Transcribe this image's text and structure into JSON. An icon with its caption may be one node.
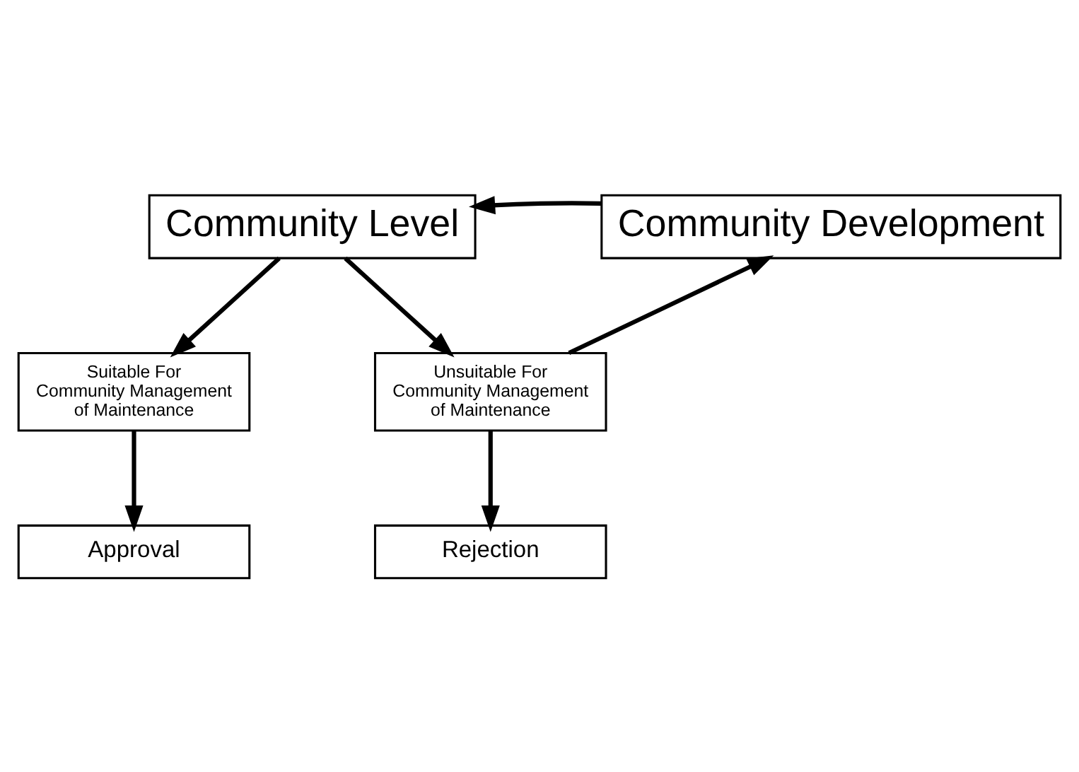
{
  "diagram": {
    "nodes": [
      {
        "text": [
          "Community Level"
        ]
      },
      {
        "text": [
          "Community Development"
        ]
      },
      {
        "text": [
          "Suitable For Community Management of Maintenance"
        ]
      },
      {
        "text": [
          "Unsuitable For Community Management of Maintenance"
        ]
      },
      {
        "text": [
          "Approval"
        ]
      },
      {
        "text": [
          "Rejection"
        ]
      }
    ],
    "edges": [
      {
        "from": 1,
        "to": 0,
        "arrow": "to"
      },
      {
        "from": 0,
        "to": 2,
        "arrow": "to"
      },
      {
        "from": 0,
        "to": 3,
        "arrow": "to"
      },
      {
        "from": 3,
        "to": 1,
        "arrow": "to"
      },
      {
        "from": 2,
        "to": 4,
        "arrow": "to"
      },
      {
        "from": 3,
        "to": 5,
        "arrow": "to"
      }
    ]
  }
}
